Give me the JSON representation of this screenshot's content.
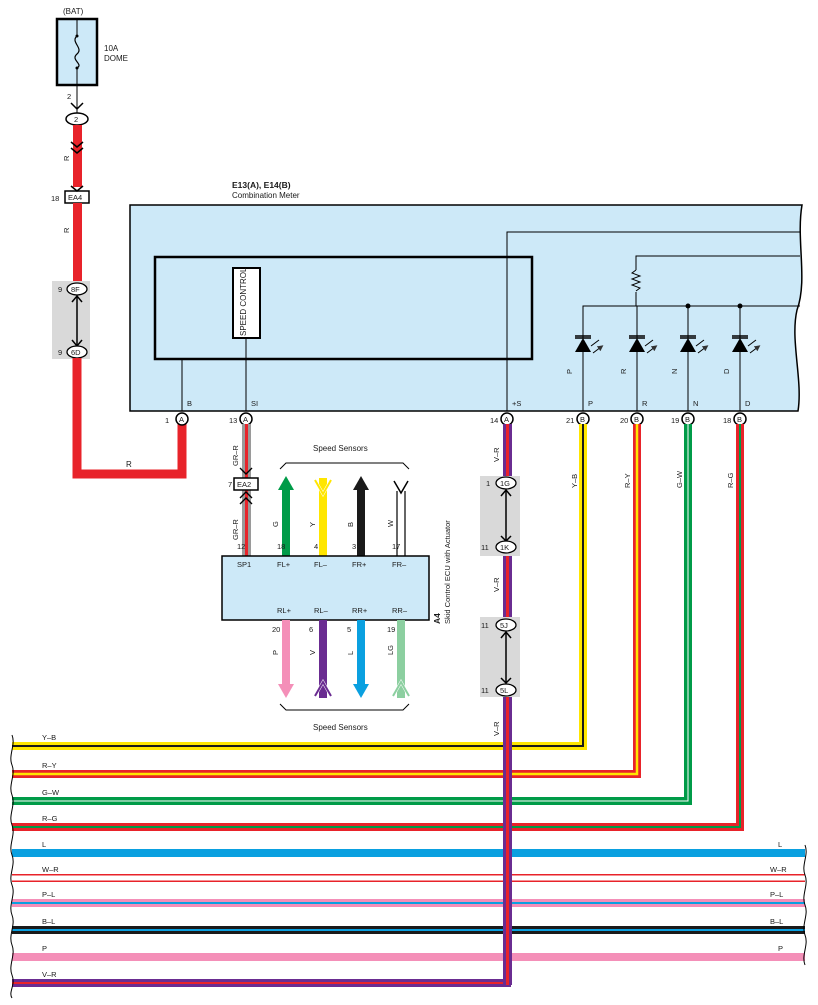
{
  "colors": {
    "component_fill": "#cde9f8",
    "connector_fill": "#d9d9d9",
    "R": "#e8232a",
    "Y": "#ffe600",
    "G": "#009b48",
    "B": "#1a1a1a",
    "W": "#ffffff",
    "L": "#0aa0e0",
    "V": "#6a2c91",
    "P": "#f48fb8",
    "LG": "#8ccfa0"
  },
  "power": {
    "bat_label": "(BAT)",
    "fuse_amp": "10A",
    "fuse_name": "DOME",
    "fuse_pin": "2",
    "junction_pin": "2"
  },
  "wire_top": {
    "color1": "R",
    "color2": "R",
    "color3": "R"
  },
  "connectors": {
    "ea4": {
      "name": "EA4",
      "pin": "18"
    },
    "c8f": {
      "name": "8F",
      "pin": "9"
    },
    "c6d": {
      "name": "6D",
      "pin": "9"
    },
    "ea2": {
      "name": "EA2",
      "pin": "7"
    },
    "c1g": {
      "name": "1G",
      "pin": "1"
    },
    "c1k": {
      "name": "1K",
      "pin": "11"
    },
    "c5j": {
      "name": "5J",
      "pin": "11"
    },
    "c5l": {
      "name": "5L",
      "pin": "11"
    }
  },
  "meter": {
    "title": "E13(A), E14(B)",
    "subtitle": "Combination Meter",
    "speed_control": "SPEED CONTROL",
    "pins": [
      {
        "num": "1",
        "conn": "A",
        "name": "B"
      },
      {
        "num": "13",
        "conn": "A",
        "name": "SI"
      },
      {
        "num": "14",
        "conn": "A",
        "name": "+S"
      },
      {
        "num": "21",
        "conn": "B",
        "name": "P"
      },
      {
        "num": "20",
        "conn": "B",
        "name": "R"
      },
      {
        "num": "19",
        "conn": "B",
        "name": "N"
      },
      {
        "num": "18",
        "conn": "B",
        "name": "D"
      }
    ],
    "leds": [
      "P",
      "R",
      "N",
      "D"
    ]
  },
  "wire_labels": {
    "r_bottom": "R",
    "gr_r_1": "GR–R",
    "gr_r_2": "GR–R",
    "v_r_1": "V–R",
    "v_r_2": "V–R",
    "v_r_3": "V–R",
    "y_b": "Y–B",
    "r_y": "R–Y",
    "g_w": "G–W",
    "r_g": "R–G"
  },
  "ecu": {
    "code": "A4",
    "name": "Skid Control ECU with Actuator",
    "speed_sensors_top": "Speed Sensors",
    "speed_sensors_bottom": "Speed Sensors",
    "top_pins": [
      {
        "name": "SP1",
        "num": "12"
      },
      {
        "name": "FL+",
        "num": "18",
        "wire": "G"
      },
      {
        "name": "FL–",
        "num": "4",
        "wire": "Y"
      },
      {
        "name": "FR+",
        "num": "3",
        "wire": "B"
      },
      {
        "name": "FR–",
        "num": "17",
        "wire": "W"
      }
    ],
    "bottom_pins": [
      {
        "name": "RL+",
        "num": "20",
        "wire": "P"
      },
      {
        "name": "RL–",
        "num": "6",
        "wire": "V"
      },
      {
        "name": "RR+",
        "num": "5",
        "wire": "L"
      },
      {
        "name": "RR–",
        "num": "19",
        "wire": "LG"
      }
    ]
  },
  "bus": [
    {
      "left": "Y–B",
      "right": ""
    },
    {
      "left": "R–Y",
      "right": ""
    },
    {
      "left": "G–W",
      "right": ""
    },
    {
      "left": "R–G",
      "right": ""
    },
    {
      "left": "L",
      "right": "L"
    },
    {
      "left": "W–R",
      "right": "W–R"
    },
    {
      "left": "P–L",
      "right": "P–L"
    },
    {
      "left": "B–L",
      "right": "B–L"
    },
    {
      "left": "P",
      "right": "P"
    },
    {
      "left": "V–R",
      "right": ""
    }
  ]
}
